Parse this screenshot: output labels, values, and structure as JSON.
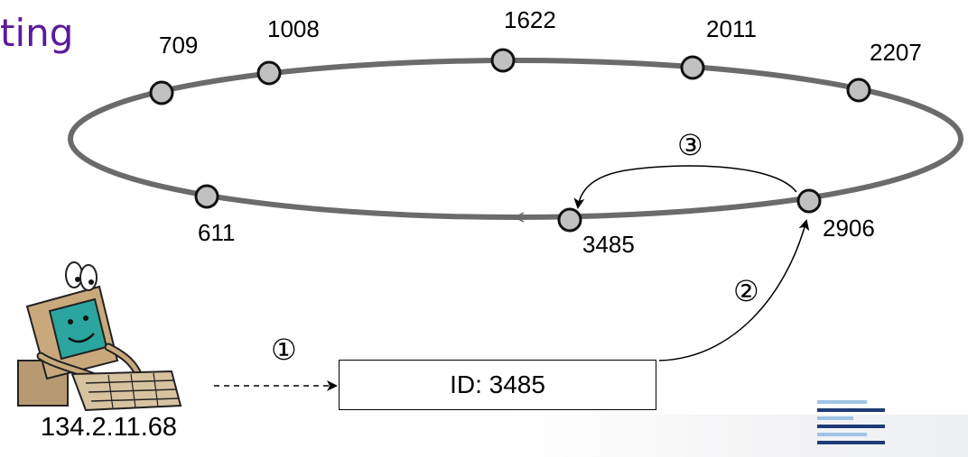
{
  "title_fragment": "ting",
  "ring_nodes": [
    {
      "id": "611",
      "label": "611"
    },
    {
      "id": "709",
      "label": "709"
    },
    {
      "id": "1008",
      "label": "1008"
    },
    {
      "id": "1622",
      "label": "1622"
    },
    {
      "id": "2011",
      "label": "2011"
    },
    {
      "id": "2207",
      "label": "2207"
    },
    {
      "id": "2906",
      "label": "2906"
    },
    {
      "id": "3485",
      "label": "3485"
    }
  ],
  "client": {
    "ip": "134.2.11.68",
    "icon": "computer-user-icon"
  },
  "request_box": {
    "text": "ID: 3485"
  },
  "steps": [
    "①",
    "②",
    "③"
  ],
  "colors": {
    "ring": "#6b6b6b",
    "node_fill": "#c0c0c0",
    "title": "#5b1a9c",
    "logo_blue": "#1f3b77",
    "logo_light": "#9fc4e6"
  }
}
